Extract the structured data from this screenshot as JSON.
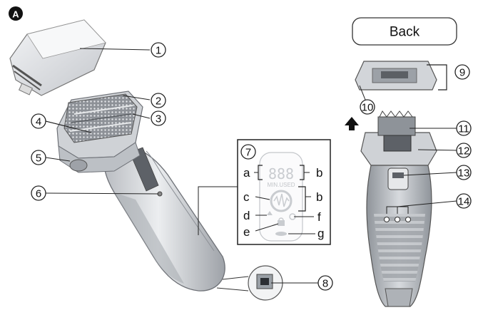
{
  "section_label": "A",
  "back_label": "Back",
  "callouts": [
    "1",
    "2",
    "3",
    "4",
    "5",
    "6",
    "7",
    "8",
    "9",
    "10",
    "11",
    "12",
    "13",
    "14"
  ],
  "display_letters": {
    "a": "a",
    "b": "b",
    "c": "c",
    "d": "d",
    "e": "e",
    "f": "f",
    "g": "g"
  },
  "display": {
    "digits": "888",
    "unit_text": "MIN.USED"
  }
}
